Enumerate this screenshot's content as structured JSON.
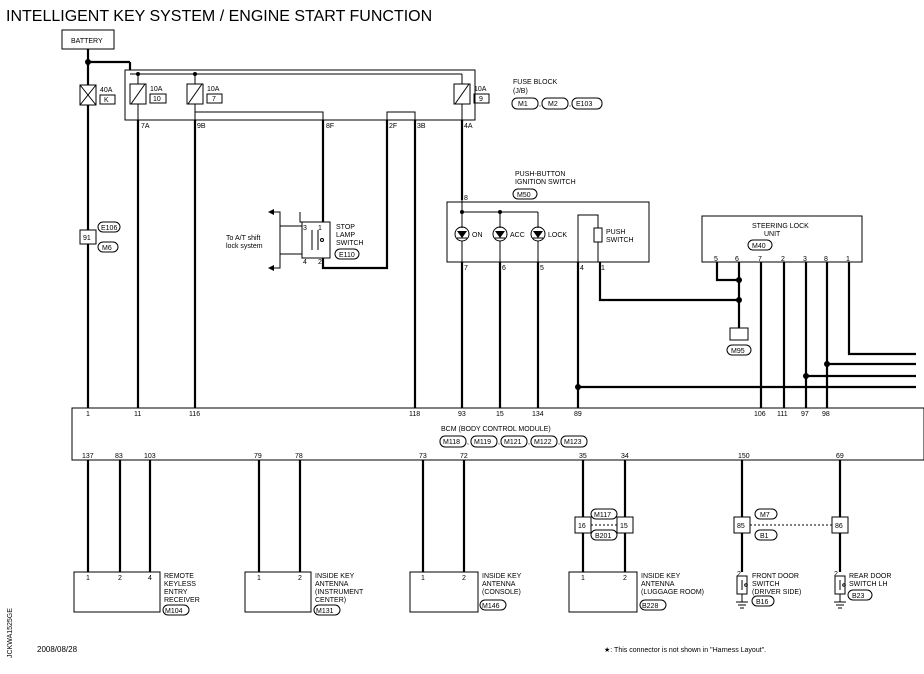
{
  "title": "INTELLIGENT KEY SYSTEM / ENGINE START FUNCTION",
  "battery": "BATTERY",
  "fuse_block": {
    "label1": "FUSE BLOCK",
    "label2": "(J/B)",
    "connectors": [
      "M1",
      "M2",
      "E103"
    ]
  },
  "fuses": [
    {
      "amp": "40A",
      "id": "K"
    },
    {
      "amp": "10A",
      "id": "10"
    },
    {
      "amp": "10A",
      "id": "7"
    },
    {
      "amp": "10A",
      "id": "9"
    }
  ],
  "fuse_pins": [
    "7A",
    "9B",
    "8F",
    "2F",
    "3B",
    "4A"
  ],
  "junction_e106": {
    "conn_top": "E106",
    "pin": "91",
    "conn_bottom": "M6"
  },
  "stop_lamp": {
    "line1": "STOP",
    "line2": "LAMP",
    "line3": "SWITCH",
    "connector": "E110",
    "pins": [
      "3",
      "1",
      "4",
      "2"
    ],
    "note1": "To A/T shift",
    "note2": "lock system"
  },
  "push_button": {
    "line1": "PUSH-BUTTON",
    "line2": "IGNITION SWITCH",
    "connector": "M50",
    "pin_top": "8",
    "on": "ON",
    "acc": "ACC",
    "lock": "LOCK",
    "push1": "PUSH",
    "push2": "SWITCH",
    "pins": [
      "7",
      "6",
      "5",
      "4",
      "1"
    ]
  },
  "steering_lock": {
    "line1": "STEERING LOCK",
    "line2": "UNIT",
    "connector": "M40",
    "pins": [
      "5",
      "6",
      "7",
      "2",
      "3",
      "8",
      "1"
    ],
    "ground": "M95"
  },
  "bcm": {
    "line1": "BCM (BODY CONTROL MODULE)",
    "connectors": [
      "M118",
      "M119",
      "M121",
      "M122",
      "M123"
    ],
    "top_pins": [
      "1",
      "11",
      "116",
      "118",
      "93",
      "15",
      "134",
      "89",
      "106",
      "111",
      "97",
      "98"
    ],
    "bottom_pins": [
      "137",
      "83",
      "103",
      "79",
      "78",
      "73",
      "72",
      "35",
      "34",
      "150",
      "69"
    ]
  },
  "junction_m117": {
    "conn_top": "M117",
    "pin_left": "16",
    "pin_right": "15",
    "conn_bottom": "B201"
  },
  "junction_m7": {
    "conn_top": "M7",
    "pin_left": "85",
    "pin_right": "86",
    "conn_bottom": "B1"
  },
  "components": [
    {
      "lines": [
        "REMOTE",
        "KEYLESS",
        "ENTRY",
        "RECEIVER"
      ],
      "pins": [
        "1",
        "2",
        "4"
      ],
      "connector": "M104"
    },
    {
      "lines": [
        "INSIDE KEY",
        "ANTENNA",
        "(INSTRUMENT",
        " CENTER)"
      ],
      "pins": [
        "1",
        "2"
      ],
      "connector": "M131"
    },
    {
      "lines": [
        "INSIDE KEY",
        "ANTENNA",
        "(CONSOLE)"
      ],
      "pins": [
        "1",
        "2"
      ],
      "connector": "M146"
    },
    {
      "lines": [
        "INSIDE KEY",
        "ANTENNA",
        "(LUGGAGE ROOM)"
      ],
      "pins": [
        "1",
        "2"
      ],
      "connector": "B228"
    },
    {
      "lines": [
        "FRONT DOOR",
        "SWITCH",
        "(DRIVER SIDE)"
      ],
      "pins": [
        "2"
      ],
      "connector": "B16"
    },
    {
      "lines": [
        "REAR DOOR",
        "SWITCH LH"
      ],
      "pins": [
        "2"
      ],
      "connector": "B23"
    }
  ],
  "date": "2008/08/28",
  "footnote": "★: This connector is not shown in \"Harness Layout\".",
  "side_code": "JCKWA1525GE"
}
